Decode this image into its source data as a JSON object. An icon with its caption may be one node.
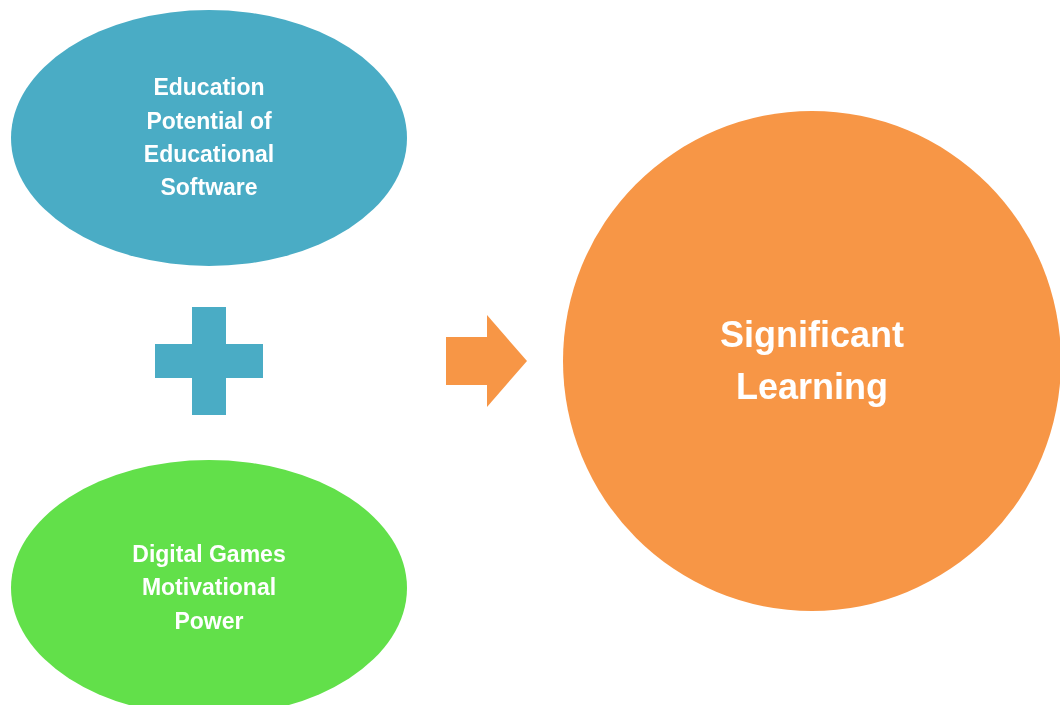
{
  "diagram": {
    "nodes": [
      {
        "text": [
          "Education Potential of Educational Software"
        ]
      },
      {
        "text": [
          "Digital Games Motivational Power"
        ]
      },
      {
        "text": [
          "Significant Learning"
        ]
      }
    ],
    "edges": [
      {
        "from": null,
        "to": 2,
        "arrow": "to"
      }
    ]
  }
}
